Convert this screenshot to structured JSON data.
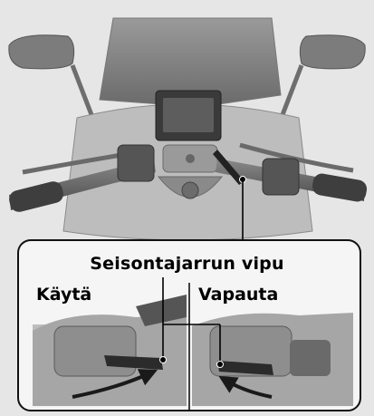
{
  "labels": {
    "parking_brake_lever": "Seisontajarrun vipu",
    "apply": "Käytä",
    "release": "Vapauta"
  },
  "colors": {
    "background": "#e6e6e6",
    "outline": "#222222",
    "lever_dark": "#2b2b2b"
  }
}
